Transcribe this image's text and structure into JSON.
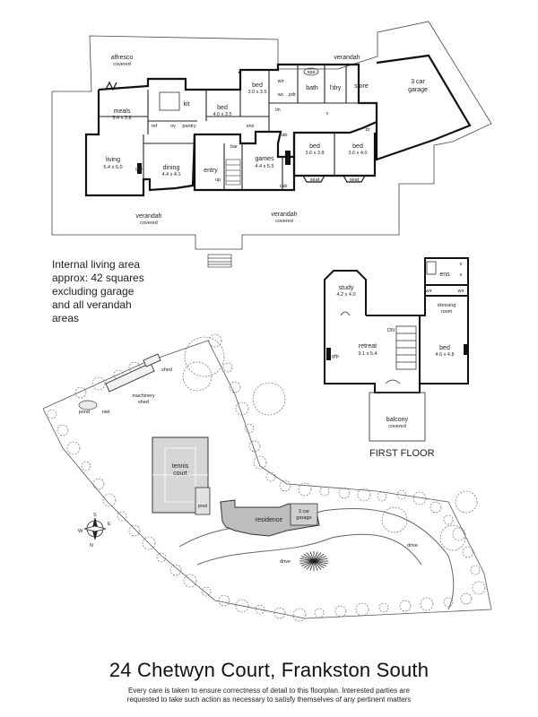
{
  "title": "24 Chetwyn Court, Frankston South",
  "disclaimer": [
    "Every care is taken to ensure correctness of detail to this floorplan. Interested parties are",
    "requested to take such action as necessary to satisfy themselves of any pertinent matters"
  ],
  "area_note": [
    "Internal living area",
    "approx: 42 squares",
    "excluding garage",
    "and all verandah",
    "areas"
  ],
  "first_floor_label": "FIRST FLOOR",
  "ground_floor": {
    "alfresco": {
      "name": "alfresco",
      "sub": "covered"
    },
    "verandah_top": "verandah",
    "garage": {
      "name": "3 car",
      "sub": "garage"
    },
    "kit": "kit",
    "meals": {
      "name": "meals",
      "size": "5.4 x 3.8"
    },
    "bed_a": {
      "name": "bed",
      "size": "4.0 x 3.5"
    },
    "bed_b": {
      "name": "bed",
      "size": "3.0 x 3.5"
    },
    "bath": "bath",
    "spa": "spa",
    "ldry": "l'dry",
    "store": "store",
    "ens": "ens",
    "wir": "wir",
    "pwd": "pdr",
    "wc": "wc",
    "ref": "ref",
    "ov": "ov",
    "pantry": "pantry",
    "lin": "lin",
    "c": "c",
    "br": "br",
    "cab": "cab",
    "living": {
      "name": "living",
      "size": "5.4 x 6.0"
    },
    "gfp": "gfp",
    "dining": {
      "name": "dining",
      "size": "4.4 x 4.1"
    },
    "entry": "entry",
    "bar": "bar",
    "up": "up",
    "games": {
      "name": "games",
      "size": "4.4 x 5.5"
    },
    "bed_c": {
      "name": "bed",
      "size": "3.6 x 3.8"
    },
    "bed_d": {
      "name": "bed",
      "size": "3.6 x 4.0"
    },
    "seat": "seat",
    "verandah_left": {
      "name": "verandah",
      "sub": "covered"
    },
    "verandah_right": {
      "name": "verandah",
      "sub": "covered"
    }
  },
  "first_floor": {
    "study": {
      "name": "study",
      "size": "4.2 x 4.0"
    },
    "ens": "ens",
    "wir": "wir",
    "x": "x",
    "dressing": {
      "name": "dressing",
      "sub": "room"
    },
    "retreat": {
      "name": "retreat",
      "size": "9.1 x 5.4"
    },
    "gfp": "gfp",
    "dn": "DN",
    "bed": {
      "name": "bed",
      "size": "4.6 x 4.8"
    },
    "balcony": {
      "name": "balcony",
      "sub": "covered"
    }
  },
  "site": {
    "shed": "shed",
    "machinery_shed": {
      "name": "machinery",
      "sub": "shed"
    },
    "pond": "pond",
    "nwt": "nwt",
    "tennis_court": {
      "name": "tennis",
      "sub": "court"
    },
    "pool": "pool",
    "residence": "residence",
    "site_garage": {
      "name": "3 car",
      "sub": "garage"
    },
    "drive": "drive",
    "compass": [
      "N",
      "E",
      "S",
      "W"
    ]
  }
}
